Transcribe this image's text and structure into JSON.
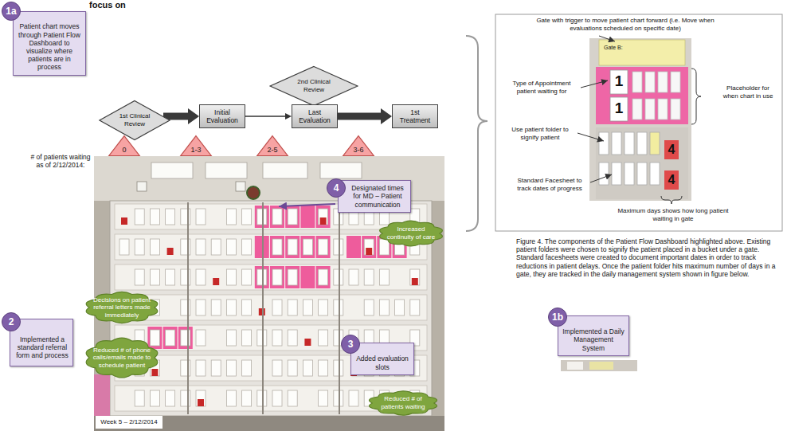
{
  "diagram": {
    "caption": "Figure 4. The components of the Patient Flow Dashboard highlighted above. Existing patient folders were chosen to signify the patient placed in a bucket under a gate. Standard facesheets were created to document important dates in order to track reductions in patient delays. Once the patient folder hits maximum number of days in a gate, they are tracked in the daily management system shown in figure below.",
    "nodes": [
      {
        "text": [
          "1a"
        ]
      },
      {
        "text": [
          "Patient chart moves through Patient Flow Dashboard to visualize where patients are in process"
        ]
      },
      {
        "text": [
          "1st Clinical Review"
        ]
      },
      {
        "text": [
          "Initial Evaluation"
        ]
      },
      {
        "text": [
          "2nd Clinical Review"
        ]
      },
      {
        "text": [
          "Last Evaluation"
        ]
      },
      {
        "text": [
          "1st Treatment"
        ]
      },
      {
        "text": [
          "0"
        ]
      },
      {
        "text": [
          "1-3"
        ]
      },
      {
        "text": [
          "2-5"
        ]
      },
      {
        "text": [
          "3-6"
        ]
      },
      {
        "text": [
          "4"
        ]
      },
      {
        "text": [
          "Designated times for MD – Patient communication"
        ]
      },
      {
        "text": [
          "Increased continuity of care"
        ]
      },
      {
        "text": [
          "Decisions on patient referral letters made immediately"
        ]
      },
      {
        "text": [
          "2"
        ]
      },
      {
        "text": [
          "Implemented a standard referral form and process"
        ]
      },
      {
        "text": [
          "Reduced # of phone calls/emails made to schedule patient"
        ]
      },
      {
        "text": [
          "3"
        ]
      },
      {
        "text": [
          "Added evaluation slots"
        ]
      },
      {
        "text": [
          "Reduced # of patients waiting"
        ]
      },
      {
        "text": [
          "Week 5 – 2/12/2014"
        ]
      },
      {
        "text": [
          "1b"
        ]
      },
      {
        "text": [
          "Implemented a Daily Management System"
        ]
      }
    ],
    "edges": [
      {
        "from": 2,
        "to": 3,
        "arrow": "to"
      },
      {
        "from": 3,
        "to": 5,
        "arrow": "to"
      },
      {
        "from": 5,
        "to": 6,
        "arrow": "to"
      }
    ],
    "labels": [
      "focus on",
      "# of patients waiting as of 2/12/2014:",
      "Gate with trigger to move patient chart forward (i.e. Move when evaluations scheduled on specific date)",
      "Gate B:",
      "1",
      "1",
      "4",
      "4",
      "Type of Appointment patient waiting for",
      "Placeholder for when chart in use",
      "Use patient folder to signify patient",
      "Standard Facesheet to track dates of progress",
      "Maximum days shows how long patient waiting in gate"
    ]
  }
}
